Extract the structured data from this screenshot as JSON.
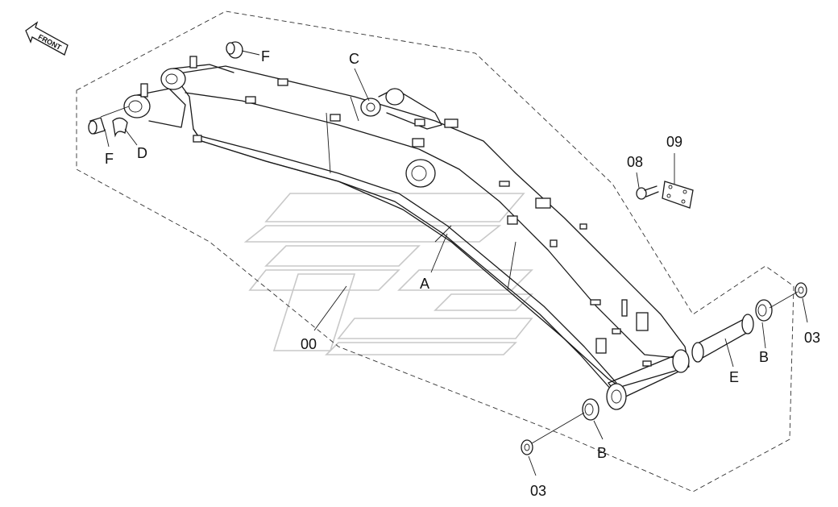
{
  "diagram": {
    "front_label": "FRONT",
    "callouts": {
      "f_top": "F",
      "f_left": "F",
      "c": "C",
      "d": "D",
      "a": "A",
      "zero_zero": "00",
      "b_right": "B",
      "b_bottom": "B",
      "e": "E",
      "zero_eight": "08",
      "zero_nine": "09",
      "zero_three_right": "03",
      "zero_three_bottom": "03"
    }
  }
}
